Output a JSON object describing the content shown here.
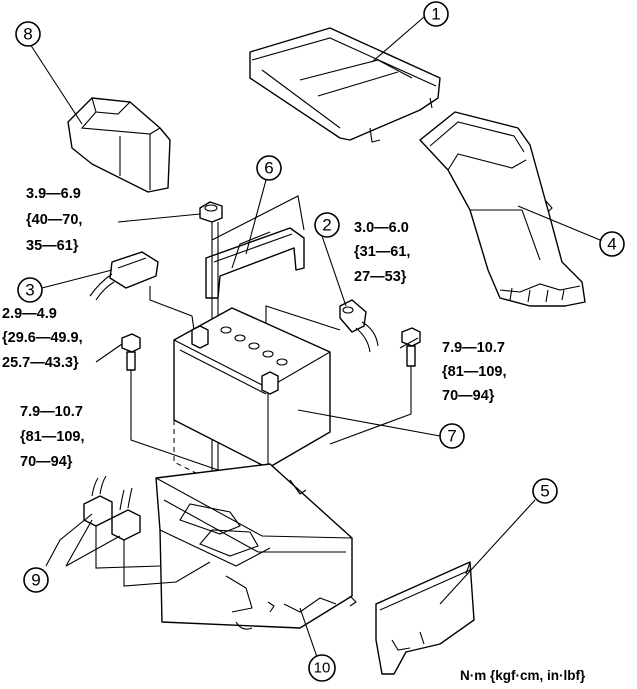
{
  "callouts": [
    {
      "id": "1",
      "label": "1"
    },
    {
      "id": "2",
      "label": "2"
    },
    {
      "id": "3",
      "label": "3"
    },
    {
      "id": "4",
      "label": "4"
    },
    {
      "id": "5",
      "label": "5"
    },
    {
      "id": "6",
      "label": "6"
    },
    {
      "id": "7",
      "label": "7"
    },
    {
      "id": "8",
      "label": "8"
    },
    {
      "id": "9",
      "label": "9"
    },
    {
      "id": "10",
      "label": "10"
    }
  ],
  "torque_specs": {
    "nut_top": [
      "3.9—6.9",
      "{40—70,",
      "35—61}"
    ],
    "terminal_positive": [
      "3.0—6.0",
      "{31—61,",
      "27—53}"
    ],
    "terminal_negative": [
      "2.9—4.9",
      "{29.6—49.9,",
      "25.7—43.3}"
    ],
    "bolt_right": [
      "7.9—10.7",
      "{81—109,",
      "70—94}"
    ],
    "bolt_left": [
      "7.9—10.7",
      "{81—109,",
      "70—94}"
    ]
  },
  "unit_label": "N·m {kgf·cm,  in·lbf}"
}
